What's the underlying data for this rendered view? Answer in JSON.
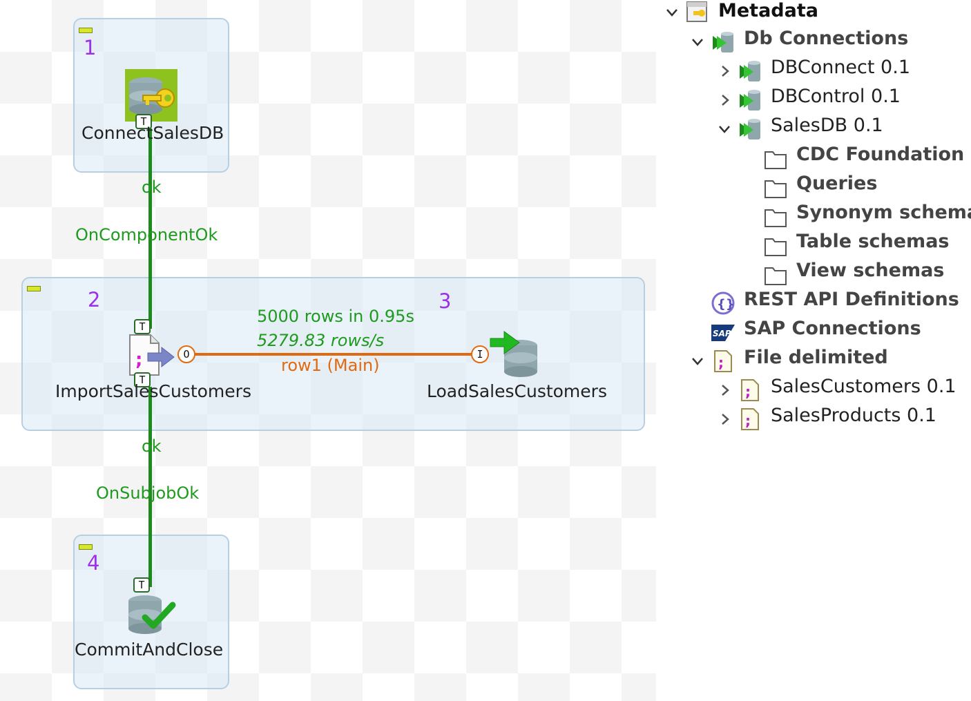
{
  "canvas": {
    "subjobs": [
      {
        "number": "1"
      },
      {
        "number": "2"
      },
      {
        "number": "3"
      },
      {
        "number": "4"
      }
    ],
    "components": {
      "connect": "ConnectSalesDB",
      "import": "ImportSalesCustomers",
      "load": "LoadSalesCustomers",
      "commit": "CommitAndClose"
    },
    "connections": {
      "top_ok": "ok",
      "top_trigger": "OnComponentOk",
      "stats_rows": "5000 rows in 0.95s",
      "stats_rate": "5279.83 rows/s",
      "row_main": "row1 (Main)",
      "bottom_ok": "ok",
      "bottom_trigger": "OnSubjobOk"
    },
    "ports": {
      "trigger": "T",
      "output": "O",
      "input": "I"
    }
  },
  "tree": {
    "metadata": "Metadata",
    "db_connections": "Db Connections",
    "dbconnect": "DBConnect 0.1",
    "dbcontrol": "DBControl 0.1",
    "salesdb": "SalesDB 0.1",
    "cdc": "CDC Foundation",
    "queries": "Queries",
    "synonym": "Synonym schemas",
    "table": "Table schemas",
    "view": "View schemas",
    "rest": "REST API Definitions",
    "sap": "SAP Connections",
    "sap_icon_text": "SAP",
    "file_delimited": "File delimited",
    "sales_customers": "SalesCustomers 0.1",
    "sales_products": "SalesProducts 0.1"
  },
  "colors": {
    "trigger_green": "#1e8a1e",
    "main_orange": "#e06a10",
    "subjob_number": "#9b30e8"
  }
}
